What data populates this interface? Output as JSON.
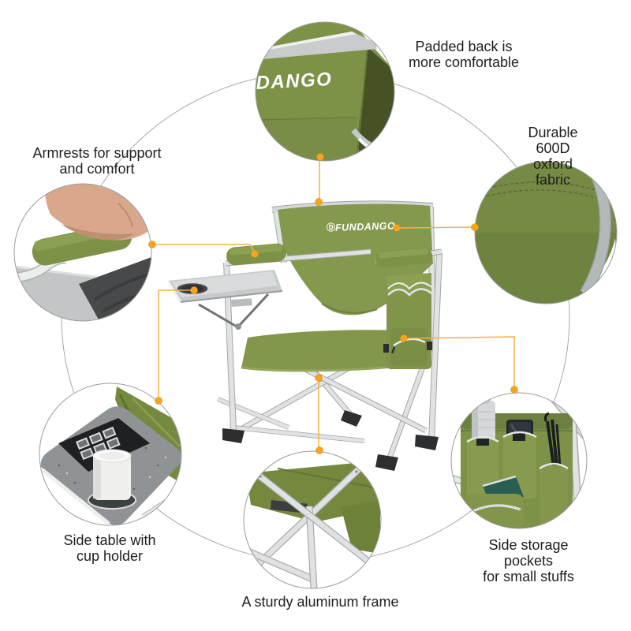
{
  "page": {
    "background": "#ffffff",
    "description": "folding director chair feature diagram"
  },
  "brand": {
    "name": "FUNDANGO",
    "partial_logo_text": "DANGO"
  },
  "callouts": {
    "padded_back": {
      "label": "Padded back is\nmore comfortable",
      "image": "close-up-of-padded-backrest"
    },
    "durable_fabric": {
      "label": "Durable 600D\noxford fabric",
      "image": "close-up-of-green-oxford-fabric"
    },
    "armrests": {
      "label": "Armrests for support\nand comfort",
      "image": "elbow-resting-on-padded-armrest"
    },
    "side_table": {
      "label": "Side table with\ncup holder",
      "image": "side-table-with-bottle-in-cup-holder"
    },
    "frame": {
      "label": "A sturdy aluminum frame",
      "image": "crossed-aluminum-frame-tubes"
    },
    "pockets": {
      "label": "Side storage pockets\nfor small stuffs",
      "image": "side-storage-pockets-with-items"
    }
  },
  "colors": {
    "accent_dot": "#F5A41F",
    "accent_line": "#F2B24B",
    "fabric_green": "#85994E",
    "fabric_green_dark": "#6F8340",
    "frame_silver": "#DFE1E2",
    "ring_gray": "#A8A8A8",
    "text": "#1E1E1E"
  }
}
